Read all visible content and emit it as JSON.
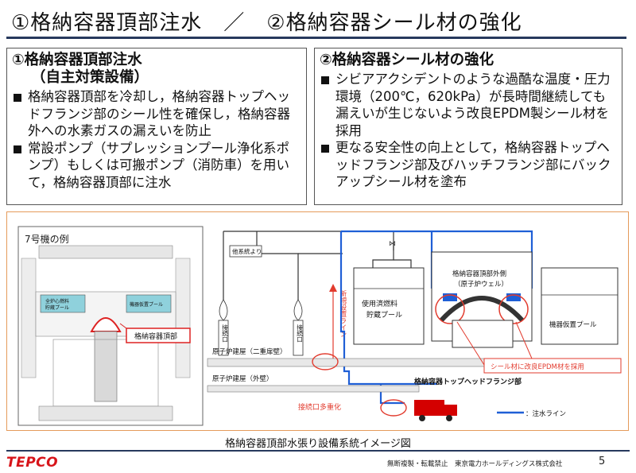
{
  "slide": {
    "title": "①格納容器頂部注水　／　②格納容器シール材の強化"
  },
  "left_box": {
    "heading": "①格納容器頂部注水",
    "subheading": "（自主対策設備）",
    "bullets": [
      "格納容器頂部を冷却し，格納容器トップヘッドフランジ部のシール性を確保し，格納容器外への水素ガスの漏えいを防止",
      "常設ポンプ（サプレッションプール浄化系ポンプ）もしくは可搬ポンプ（消防車）を用いて，格納容器頂部に注水"
    ]
  },
  "right_box": {
    "heading": "②格納容器シール材の強化",
    "bullets": [
      "シビアアクシデントのような過酷な温度・圧力環境（200℃，620kPa）が長時間継続しても漏えいが生じないよう改良EPDM製シール材を採用",
      "更なる安全性の向上として，格納容器トップヘッドフランジ部及びハッチフランジ部にバックアップシール材を塗布"
    ]
  },
  "diagram": {
    "unit_example": "7号機の例",
    "floor_labels": [
      "全炉心燃料",
      "貯蔵プール",
      "機器仮置プール"
    ],
    "pcv_top_label": "格納容器頂部",
    "other_system": "他系統より",
    "connection_a": "接続口",
    "connection_b": "接続口",
    "new_line": "新規設置ライン",
    "spent_fuel_pool": [
      "使用済燃料",
      "貯蔵プール"
    ],
    "reactor_well": [
      "格納容器頂部外側",
      "（原子炉ウェル）"
    ],
    "equipment_pool": "機器仮置プール",
    "building_double": "原子炉建屋（二重扉壁）",
    "building_outer": "原子炉建屋（外壁）",
    "epdm_callout": "シール材に改良EPDM材を採用",
    "flange_label": "格納容器トップヘッドフランジ部",
    "multiplexed": "接続口多重化",
    "legend": "：注水ライン",
    "colors": {
      "water_line": "#1f5fd6",
      "callout": "#e23b2e",
      "firetruck": "#d40000"
    }
  },
  "caption": "格納容器頂部水張り設備系統イメージ図",
  "footer": {
    "logo": "TEPCO",
    "copyright": "無断複製・転載禁止　東京電力ホールディングス株式会社",
    "page": "5"
  }
}
